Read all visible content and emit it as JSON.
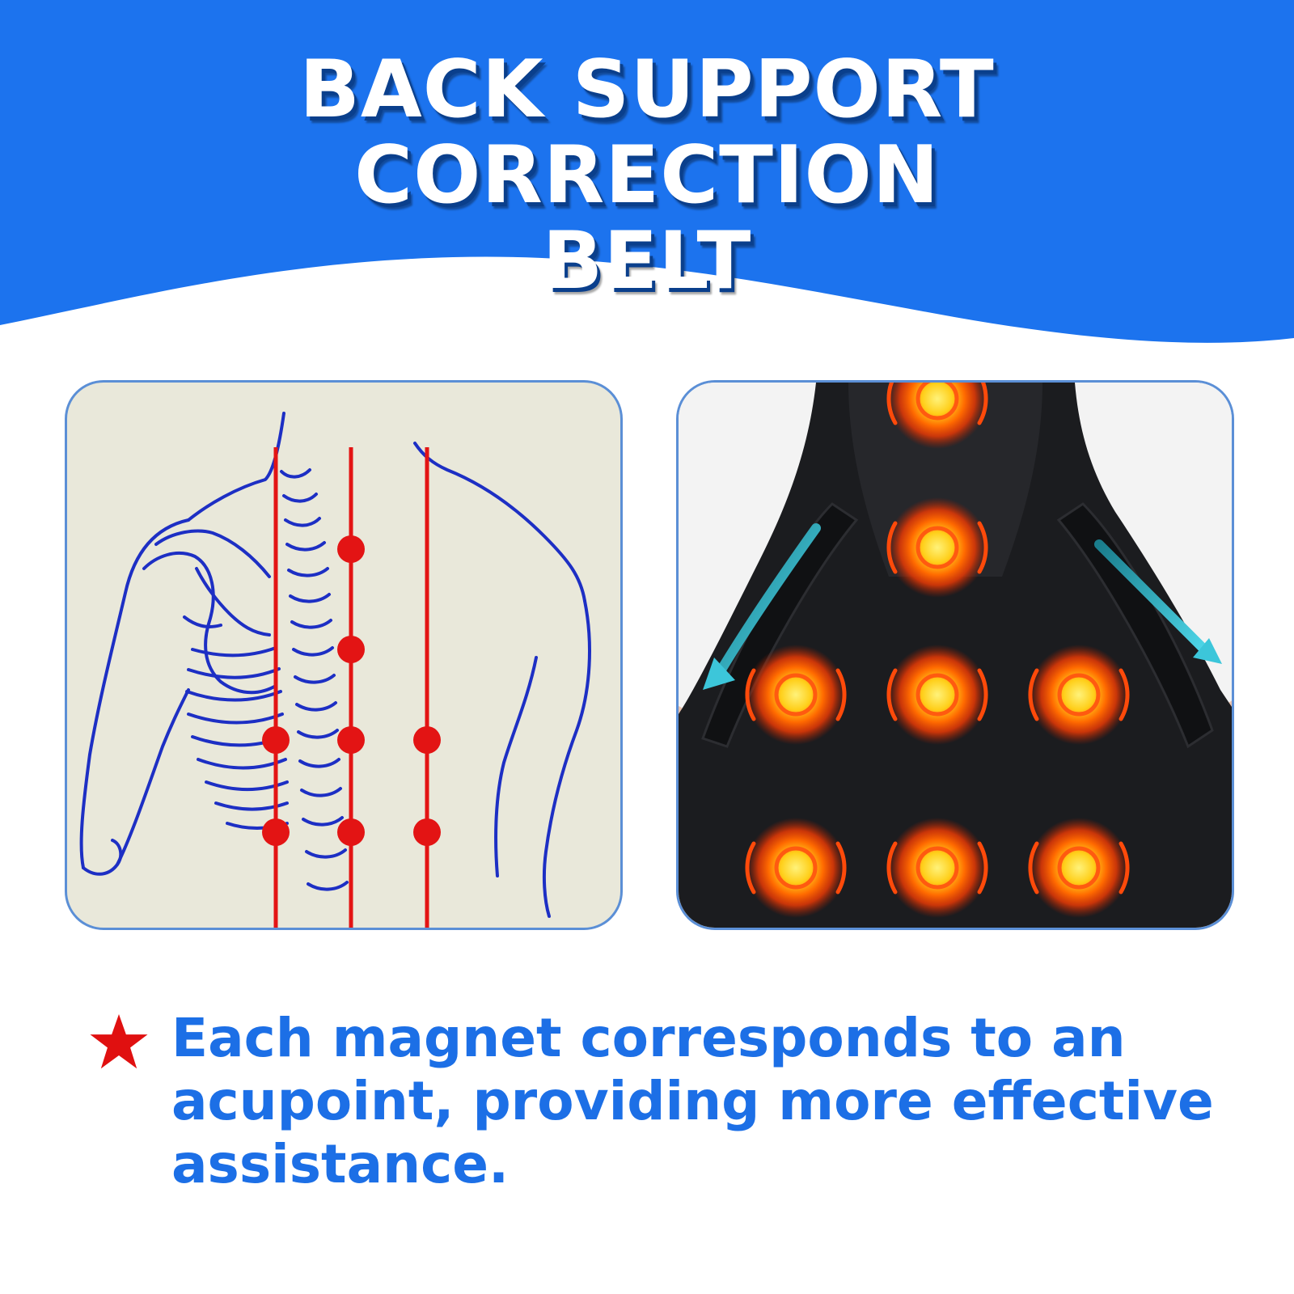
{
  "header": {
    "title_line1": "BACK SUPPORT CORRECTION",
    "title_line2": "BELT",
    "background_color": "#1c73ee"
  },
  "panels": [
    {
      "name": "spine-illustration",
      "depicts": "line drawing of back and spine with acupoint markers",
      "marker_color": "#e31414"
    },
    {
      "name": "belt-photo",
      "depicts": "black back support belt worn on back with glowing magnet points"
    }
  ],
  "caption": {
    "icon": "star-icon",
    "icon_color": "#e01010",
    "text": "Each magnet corresponds to an acupoint, providing more effective assistance.",
    "text_color": "#1c6fe6"
  }
}
